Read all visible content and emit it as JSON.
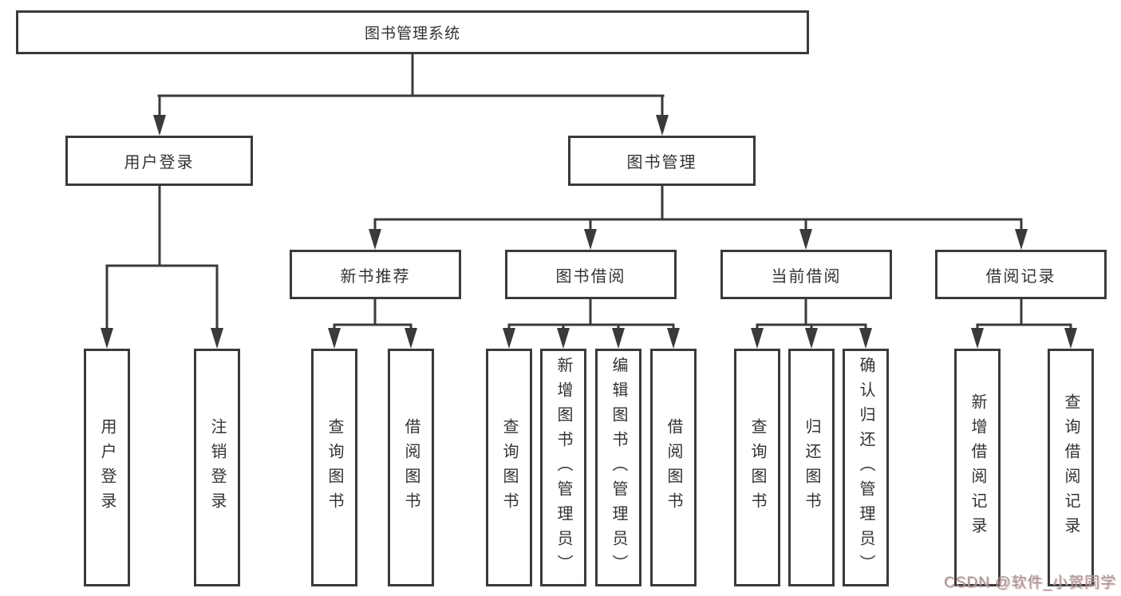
{
  "diagram": {
    "root": {
      "label": "图书管理系统"
    },
    "branches": [
      {
        "label": "用户登录",
        "children": [
          {
            "label": "用户登录"
          },
          {
            "label": "注销登录"
          }
        ]
      },
      {
        "label": "图书管理",
        "groups": [
          {
            "label": "新书推荐",
            "children": [
              {
                "label": "查询图书"
              },
              {
                "label": "借阅图书"
              }
            ]
          },
          {
            "label": "图书借阅",
            "children": [
              {
                "label": "查询图书"
              },
              {
                "label": "新增图书（管理员）"
              },
              {
                "label": "编辑图书（管理员）"
              },
              {
                "label": "借阅图书"
              }
            ]
          },
          {
            "label": "当前借阅",
            "children": [
              {
                "label": "查询图书"
              },
              {
                "label": "归还图书"
              },
              {
                "label": "确认归还（管理员）"
              }
            ]
          },
          {
            "label": "借阅记录",
            "children": [
              {
                "label": "新增借阅记录"
              },
              {
                "label": "查询借阅记录"
              }
            ]
          }
        ]
      }
    ]
  },
  "watermark": {
    "text": "CSDN @软件_小贺同学"
  },
  "colors": {
    "line": "#3a3a3a",
    "text": "#333333",
    "background": "#ffffff",
    "watermark": "#9c9c9c"
  }
}
